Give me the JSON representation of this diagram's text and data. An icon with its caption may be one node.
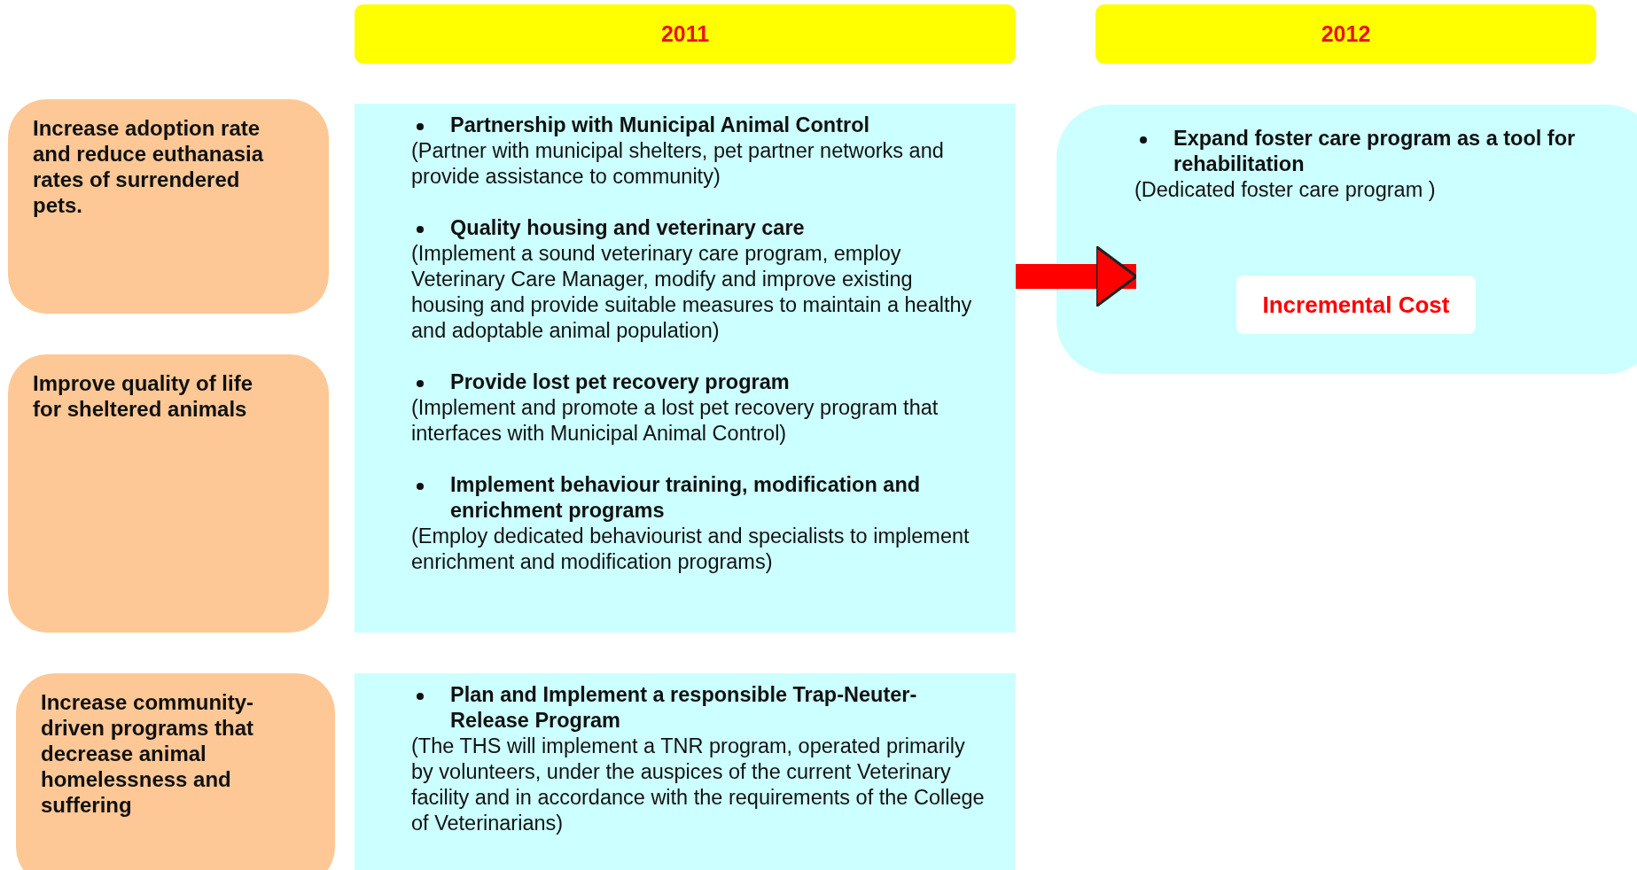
{
  "diagram": {
    "nodes": [
      {
        "text": [
          "2011"
        ]
      },
      {
        "text": [
          "2012"
        ]
      },
      {
        "text": [
          "Increase adoption rate and reduce euthanasia rates of surrendered pets."
        ]
      },
      {
        "text": [
          "Improve quality of life for sheltered animals"
        ]
      },
      {
        "text": [
          "Increase community-driven programs that decrease animal homelessness and suffering"
        ]
      },
      {
        "text": [
          "Partnership with Municipal Animal Control",
          "(Partner with municipal shelters, pet partner networks and provide assistance to community)",
          "Quality housing and veterinary care",
          "(Implement a sound veterinary care program, employ Veterinary Care Manager, modify and improve existing housing and provide suitable measures to maintain a healthy and adoptable animal population)",
          "Provide lost pet recovery program",
          "(Implement and promote a lost pet recovery program that interfaces with Municipal Animal Control)",
          "Implement behaviour training, modification and enrichment programs",
          "(Employ dedicated behaviourist and specialists to implement enrichment and modification programs)"
        ]
      },
      {
        "text": [
          "Plan and Implement a responsible Trap-Neuter-Release Program",
          "(The THS will implement a TNR program, operated primarily by volunteers, under the auspices of the current Veterinary facility and in accordance with the requirements of the College of Veterinarians)"
        ]
      },
      {
        "text": [
          "Expand foster care program as a tool for rehabilitation",
          "(Dedicated foster care program )"
        ]
      },
      {
        "text": [
          "Incremental Cost"
        ],
        "in": 7
      }
    ],
    "edges": [
      {
        "from": 5,
        "to": 7,
        "arrow": "to",
        "color": "#ff0000"
      }
    ]
  }
}
